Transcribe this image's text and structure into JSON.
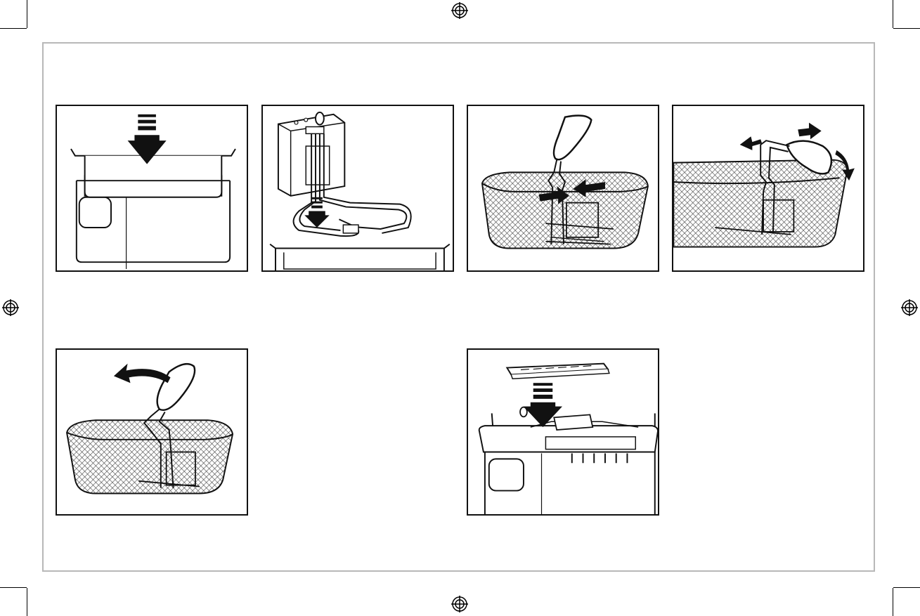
{
  "page": {
    "background": "#ffffff",
    "frame_color": "#b8b8b8",
    "line_color": "#111111"
  },
  "panels": [
    {
      "id": "fig-1",
      "illustration": "fryer-oil-container-insert"
    },
    {
      "id": "fig-2",
      "illustration": "control-panel-heating-element-insert"
    },
    {
      "id": "fig-3",
      "illustration": "basket-handle-squeeze"
    },
    {
      "id": "fig-4",
      "illustration": "basket-handle-slide-rotate"
    },
    {
      "id": "fig-5",
      "illustration": "basket-handle-fold"
    },
    {
      "id": "fig-6",
      "illustration": "filter-cover-insert-lid"
    }
  ],
  "marks": {
    "registration": "registration-mark-icon",
    "crop": "crop-mark"
  }
}
